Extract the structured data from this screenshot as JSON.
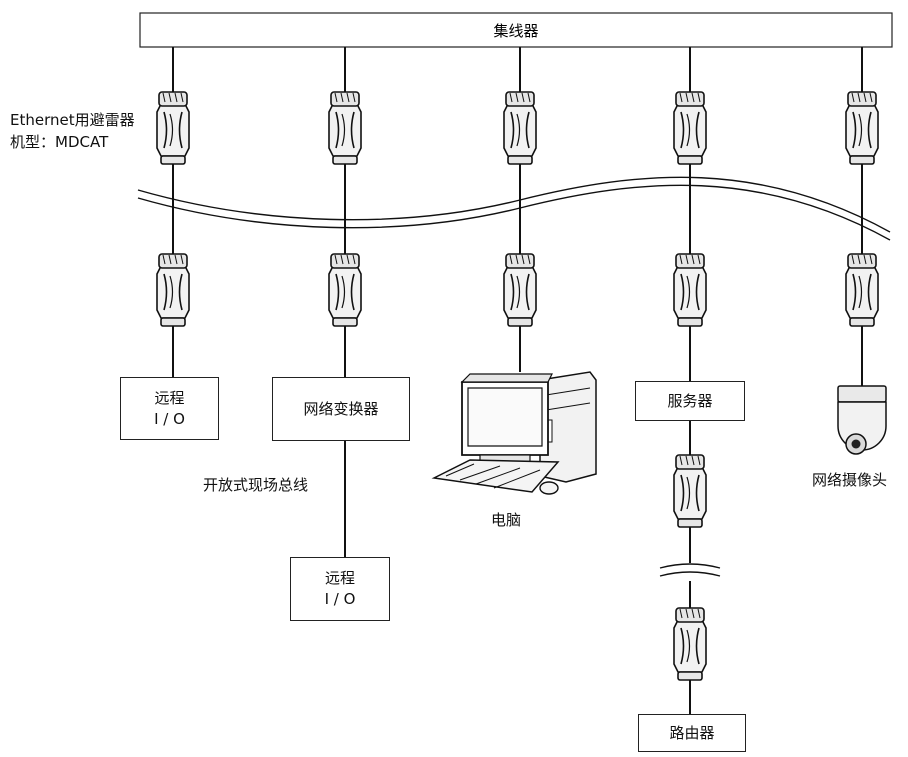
{
  "hub": {
    "label": "集线器"
  },
  "arrester": {
    "label_line1": "Ethernet用避雷器",
    "label_line2": "机型：MDCAT"
  },
  "devices": {
    "remote_io_1": {
      "line1": "远程",
      "line2": "I / O"
    },
    "network_converter": {
      "label": "网络变换器"
    },
    "computer": {
      "label": "电脑"
    },
    "server": {
      "label": "服务器"
    },
    "network_camera": {
      "label": "网络摄像头"
    },
    "remote_io_2": {
      "line1": "远程",
      "line2": "I / O"
    },
    "router": {
      "label": "路由器"
    }
  },
  "fieldbus": {
    "label": "开放式现场总线"
  },
  "icons": {
    "arrester": "surge-arrester-icon",
    "computer": "desktop-computer-icon",
    "camera": "dome-camera-icon",
    "break": "cable-break-icon"
  },
  "colors": {
    "line": "#111111",
    "device_fill": "#f2f2f2",
    "background": "#ffffff"
  }
}
